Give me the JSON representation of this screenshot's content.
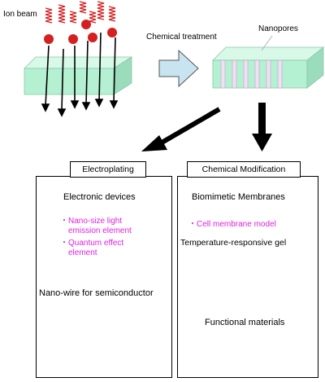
{
  "labels": {
    "ion_beam": "Ion beam",
    "chemical_treatment": "Chemical treatment",
    "nanopores": "Nanopores"
  },
  "electroplating": {
    "header": "Electroplating",
    "electronic_devices": "Electronic devices",
    "bullet1_line1": "・Nano-size light",
    "bullet1_line2": "emission element",
    "bullet2_line1": "・Quantum effect",
    "bullet2_line2": "element",
    "nanowire": "Nano-wire for semiconductor"
  },
  "chemical_modification": {
    "header": "Chemical Modification",
    "biomimetic": "Biomimetic Membranes",
    "cell_membrane": "・Cell membrane model",
    "temperature_gel": "Temperature-responsive gel",
    "functional": "Functional materials"
  },
  "colors": {
    "slab_green": "#b4f0d2",
    "pore_pink": "#f0b4e6",
    "gel_brown": "#b08a20",
    "gel_inner": "#e6e8a0",
    "magenta_block": "#e020e0",
    "ion_red": "#d42020",
    "arrow_fill": "#c8e4f0",
    "accent_pink": "#e020e0"
  }
}
